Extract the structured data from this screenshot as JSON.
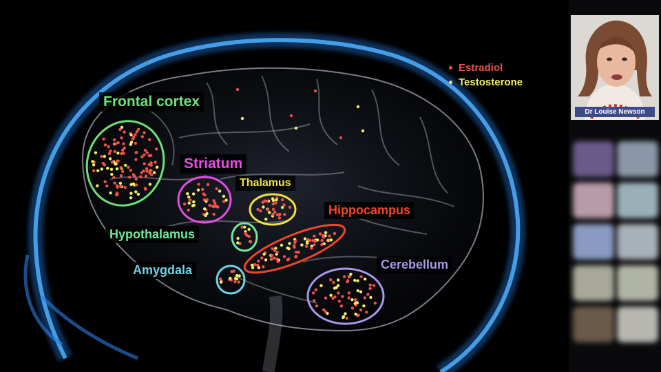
{
  "legend": [
    {
      "label": "Estradiol",
      "color": "#f0504a"
    },
    {
      "label": "Testosterone",
      "color": "#f6ef6a"
    }
  ],
  "regions": [
    {
      "id": "frontal-cortex",
      "label": "Frontal cortex",
      "color": "#6ee07a"
    },
    {
      "id": "striatum",
      "label": "Striatum",
      "color": "#e64ee6"
    },
    {
      "id": "thalamus",
      "label": "Thalamus",
      "color": "#f2e23c"
    },
    {
      "id": "hippocampus",
      "label": "Hippocampus",
      "color": "#f0462a"
    },
    {
      "id": "hypothalamus",
      "label": "Hypothalamus",
      "color": "#72e89a"
    },
    {
      "id": "amygdala",
      "label": "Amygdala",
      "color": "#6fd2e8"
    },
    {
      "id": "cerebellum",
      "label": "Cerebellum",
      "color": "#a69ae8"
    }
  ],
  "speaker": {
    "name": "Dr Louise Newson"
  }
}
